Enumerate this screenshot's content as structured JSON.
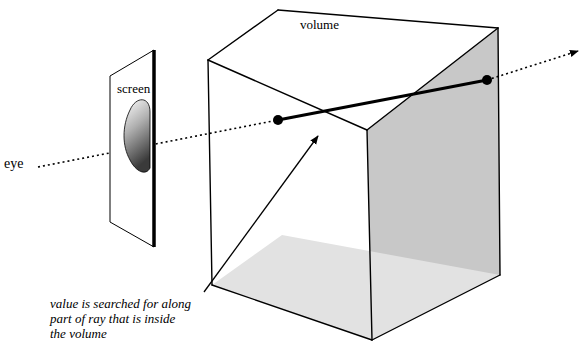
{
  "diagram": {
    "nodes": [
      {
        "text": [
          "screen"
        ]
      },
      {
        "text": [
          "volume"
        ]
      }
    ],
    "labels": [
      "eye",
      "value is searched for along part of ray that is inside the volume"
    ]
  }
}
